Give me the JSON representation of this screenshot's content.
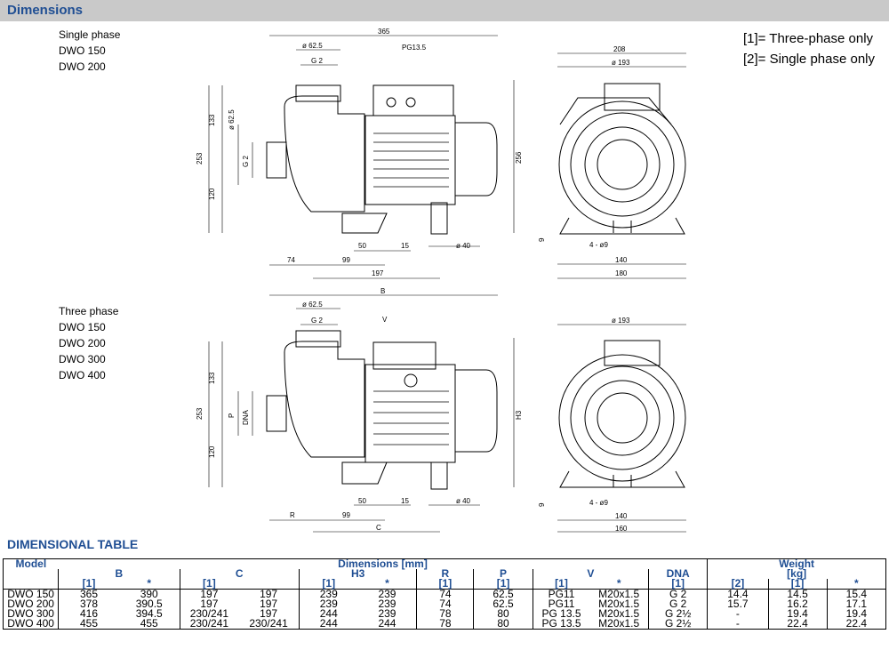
{
  "header": {
    "title": "Dimensions"
  },
  "notes": {
    "n1": "[1]= Three-phase only",
    "n2": "[2]= Single phase only"
  },
  "top": {
    "phase": "Single phase",
    "models": [
      "DWO 150",
      "DWO 200"
    ]
  },
  "bottom": {
    "phase": "Three phase",
    "models": [
      "DWO 150",
      "DWO 200",
      "DWO 300",
      "DWO 400"
    ]
  },
  "dims_top": {
    "len": "365",
    "d625": "ø 62.5",
    "g2": "G 2",
    "pg": "PG13.5",
    "h133": "133",
    "h253": "253",
    "h120": "120",
    "d625v": "ø 62.5",
    "g2v": "G 2",
    "h256": "256",
    "d50": "50",
    "d15": "15",
    "d40": "ø 40",
    "d74": "74",
    "d99": "99",
    "d197": "197",
    "w208": "208",
    "d193": "ø 193",
    "d9": "9",
    "holes": "4 - ø9",
    "w140": "140",
    "w180": "180"
  },
  "dims_bot": {
    "B": "B",
    "d625": "ø 62.5",
    "g2": "G 2",
    "V": "V",
    "h133": "133",
    "h253": "253",
    "h120": "120",
    "P": "P",
    "DNA": "DNA",
    "H3": "H3",
    "d50": "50",
    "d15": "15",
    "d40": "ø 40",
    "R": "R",
    "d99": "99",
    "C": "C",
    "d193": "ø 193",
    "d9": "9",
    "holes": "4 - ø9",
    "w140": "140",
    "w160": "160"
  },
  "table": {
    "title": "DIMENSIONAL TABLE",
    "h_model": "Model",
    "h_dims": "Dimensions [mm]",
    "h_weight": "Weight",
    "h_kg": "[kg]",
    "h_B": "B",
    "h_C": "C",
    "h_H3": "H3",
    "h_R": "R",
    "h_P": "P",
    "h_V": "V",
    "h_DNA": "DNA",
    "s1": "[1]",
    "star": "*",
    "s2": "[2]",
    "rows": [
      [
        "DWO 150",
        "365",
        "390",
        "197",
        "197",
        "239",
        "239",
        "74",
        "62.5",
        "PG11",
        "M20x1.5",
        "G 2",
        "14.4",
        "14.5",
        "15.4"
      ],
      [
        "DWO 200",
        "378",
        "390.5",
        "197",
        "197",
        "239",
        "239",
        "74",
        "62.5",
        "PG11",
        "M20x1.5",
        "G 2",
        "15.7",
        "16.2",
        "17.1"
      ],
      [
        "DWO 300",
        "416",
        "394.5",
        "230/241",
        "197",
        "244",
        "239",
        "78",
        "80",
        "PG 13.5",
        "M20x1.5",
        "G 2½",
        "-",
        "19.4",
        "19.4"
      ],
      [
        "DWO 400",
        "455",
        "455",
        "230/241",
        "230/241",
        "244",
        "244",
        "78",
        "80",
        "PG 13.5",
        "M20x1.5",
        "G 2½",
        "-",
        "22.4",
        "22.4"
      ]
    ]
  }
}
